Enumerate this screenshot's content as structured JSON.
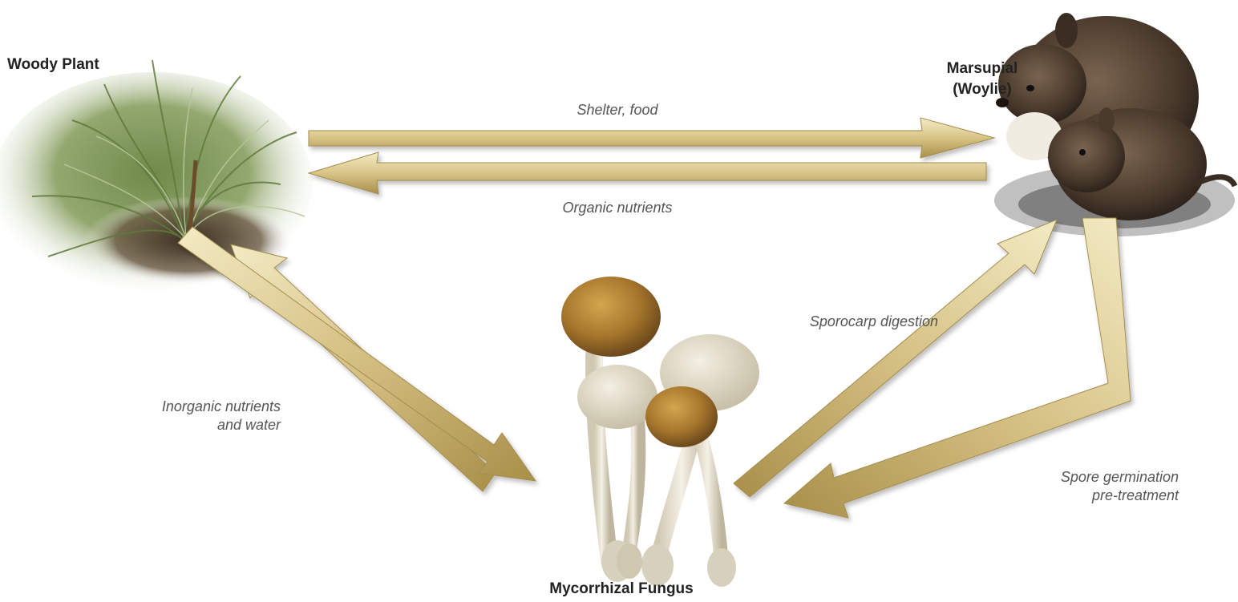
{
  "nodes": {
    "woody_plant": {
      "label": "Woody Plant"
    },
    "marsupial": {
      "label_line1": "Marsupial",
      "label_line2": "(Woylie)"
    },
    "fungus": {
      "label": "Mycorrhizal Fungus"
    }
  },
  "edges": {
    "shelter_food": {
      "label": "Shelter, food",
      "from": "Woody Plant",
      "to": "Marsupial (Woylie)"
    },
    "organic_nutrients": {
      "label": "Organic nutrients",
      "from": "Marsupial (Woylie)",
      "to": "Woody Plant"
    },
    "inorganic_nutrients": {
      "label_line1": "Inorganic nutrients",
      "label_line2": "and water",
      "from": "Mycorrhizal Fungus",
      "to": "Woody Plant"
    },
    "sporocarp_digestion": {
      "label": "Sporocarp digestion",
      "from": "Mycorrhizal Fungus",
      "to": "Marsupial (Woylie)"
    },
    "spore_germination": {
      "label_line1": "Spore germination",
      "label_line2": "pre-treatment",
      "from": "Marsupial (Woylie)",
      "to": "Mycorrhizal Fungus"
    }
  },
  "colors": {
    "arrow_light": "#efe6b8",
    "arrow_mid": "#d9c78a",
    "arrow_dark": "#b29a55"
  }
}
